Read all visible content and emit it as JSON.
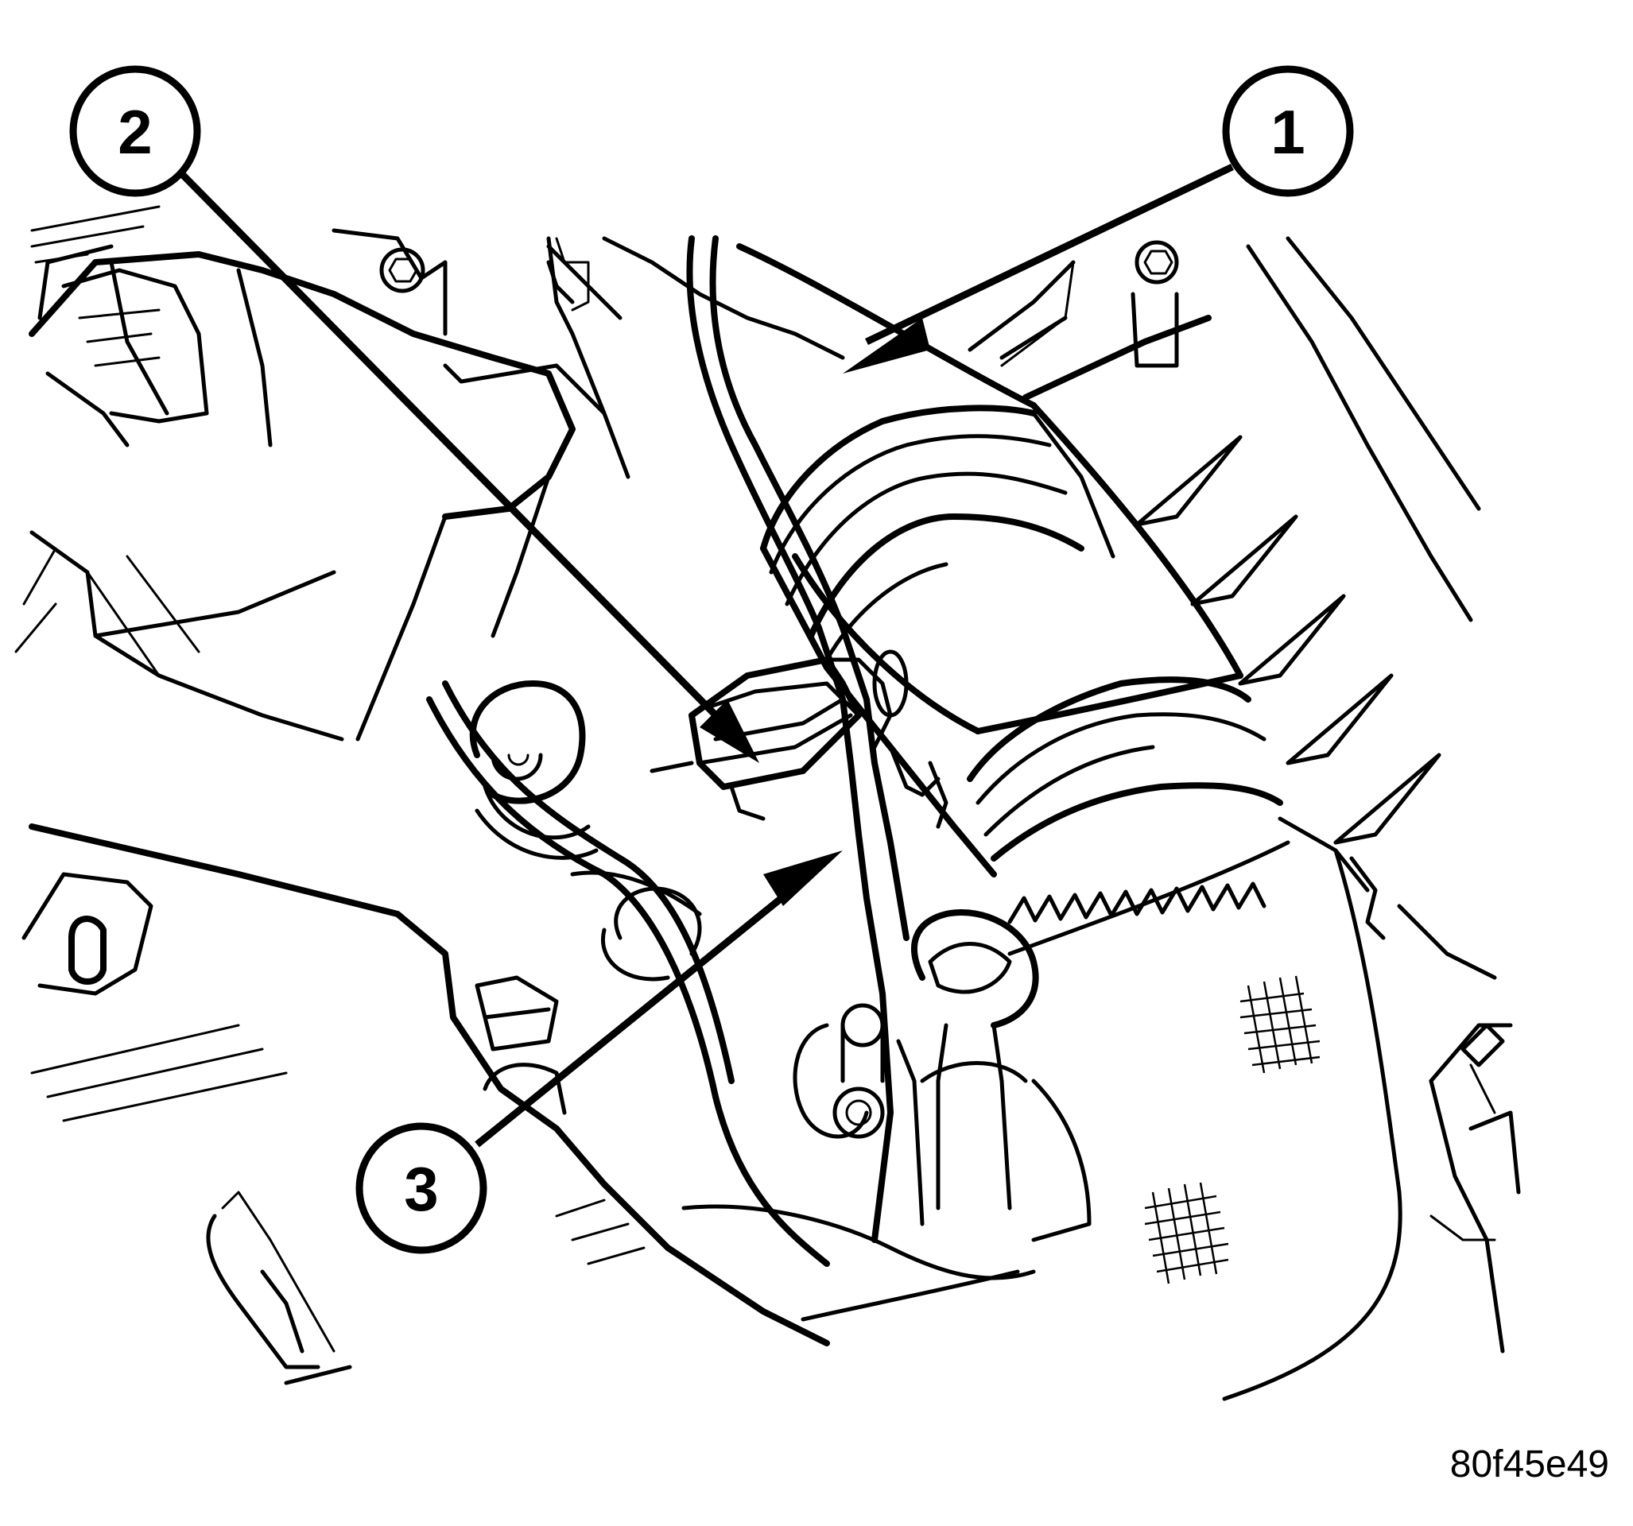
{
  "callouts": [
    {
      "id": "callout-1",
      "label": "1"
    },
    {
      "id": "callout-2",
      "label": "2"
    },
    {
      "id": "callout-3",
      "label": "3"
    }
  ],
  "figure_id": "80f45e49",
  "colors": {
    "line": "#000000",
    "background": "#ffffff"
  }
}
